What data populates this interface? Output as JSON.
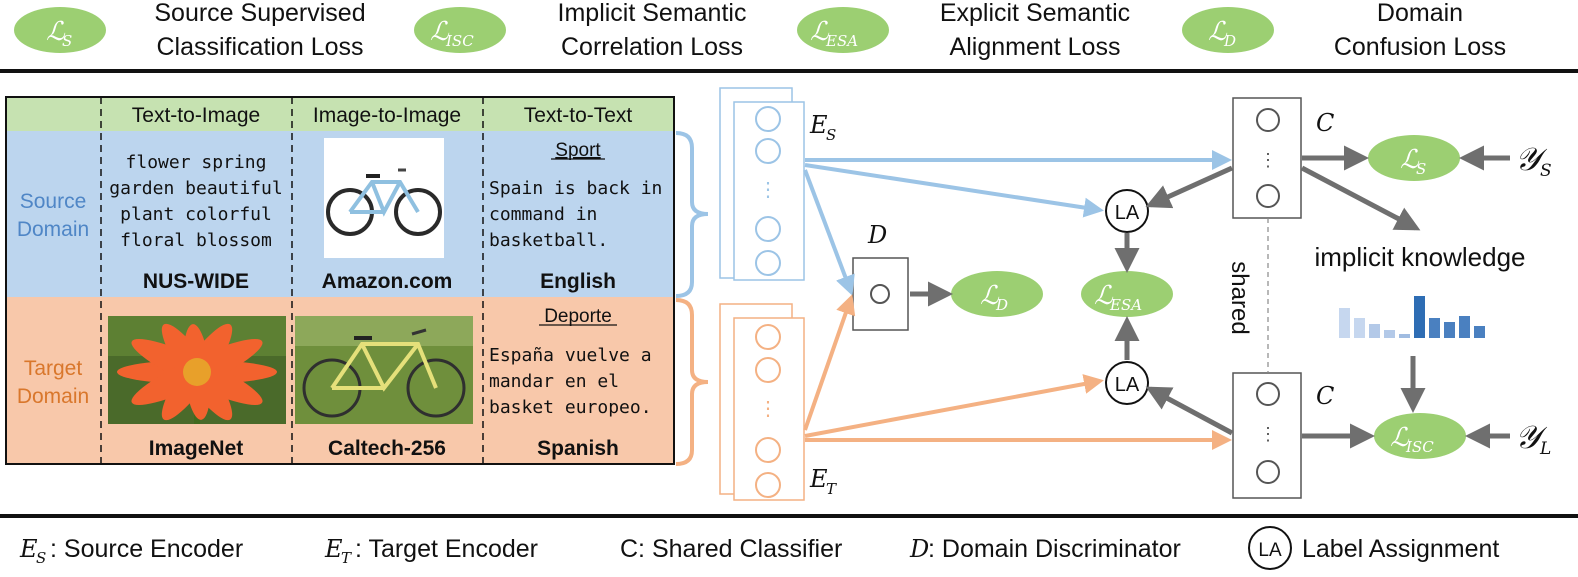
{
  "legend_top": [
    {
      "symbol": "ℒ",
      "sub": "S",
      "line1": "Source Supervised",
      "line2": "Classification Loss"
    },
    {
      "symbol": "ℒ",
      "sub": "ISC",
      "line1": "Implicit Semantic",
      "line2": "Correlation Loss"
    },
    {
      "symbol": "ℒ",
      "sub": "ESA",
      "line1": "Explicit Semantic",
      "line2": "Alignment Loss"
    },
    {
      "symbol": "ℒ",
      "sub": "D",
      "line1": "Domain",
      "line2": "Confusion Loss"
    }
  ],
  "table": {
    "headers": [
      "Text-to-Image",
      "Image-to-Image",
      "Text-to-Text"
    ],
    "source_label": [
      "Source",
      "Domain"
    ],
    "target_label": [
      "Target",
      "Domain"
    ],
    "source_text_words": [
      "flower spring",
      "garden beautiful",
      "plant colorful",
      "floral blossom"
    ],
    "source_names": [
      "NUS-WIDE",
      "Amazon.com",
      "English"
    ],
    "target_names": [
      "ImageNet",
      "Caltech-256",
      "Spanish"
    ],
    "source_sport_title": "Sport",
    "source_sport_text": [
      "Spain is back in",
      "command in",
      "basketball."
    ],
    "target_sport_title": "Deporte",
    "target_sport_text": [
      "España vuelve a",
      "mandar en el",
      "basket europeo."
    ]
  },
  "diagram": {
    "encoder_source": {
      "symbol": "E",
      "sub": "S"
    },
    "encoder_target": {
      "symbol": "E",
      "sub": "T"
    },
    "discriminator": "D",
    "classifier": "C",
    "shared_label": "shared",
    "la": "LA",
    "loss_s": {
      "symbol": "ℒ",
      "sub": "S"
    },
    "loss_d": {
      "symbol": "ℒ",
      "sub": "D"
    },
    "loss_esa": {
      "symbol": "ℒ",
      "sub": "ESA"
    },
    "loss_isc": {
      "symbol": "ℒ",
      "sub": "ISC"
    },
    "y_s": {
      "symbol": "𝒴",
      "sub": "S"
    },
    "y_l": {
      "symbol": "𝒴",
      "sub": "L"
    },
    "implicit_knowledge": "implicit knowledge",
    "dots": "⋮"
  },
  "legend_bottom": [
    {
      "symbol": "E",
      "sub": "S",
      "text": ": Source Encoder"
    },
    {
      "symbol": "E",
      "sub": "T",
      "text": ": Target Encoder"
    },
    {
      "symbol": "",
      "sub": "",
      "text": "C: Shared Classifier"
    },
    {
      "symbol": "D",
      "sub": "",
      "text": ": Domain Discriminator"
    },
    {
      "symbol": "LA",
      "sub": "",
      "text": "Label Assignment"
    }
  ],
  "colors": {
    "loss_green": "#9ccf72",
    "header_green": "#c6e2b1",
    "source_blue": "#bcd5ee",
    "target_orange": "#f8c8aa",
    "arrow_blue": "#9cc4e6",
    "arrow_orange": "#f4b183",
    "arrow_gray": "#6f6f6f",
    "source_text": "#4f86c6",
    "target_text": "#d9772c"
  }
}
